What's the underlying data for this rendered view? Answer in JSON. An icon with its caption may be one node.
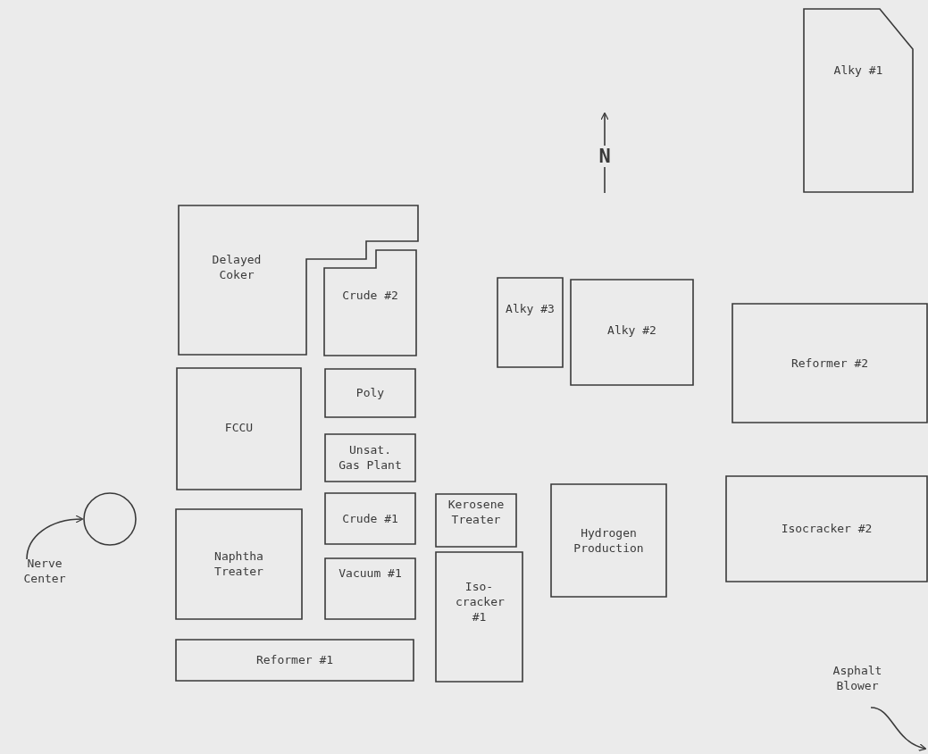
{
  "diagram": {
    "nodes": [
      {
        "text": [
          "Alky #1"
        ]
      },
      {
        "text": [
          "Delayed Coker"
        ]
      },
      {
        "text": [
          "Crude #2"
        ]
      },
      {
        "text": [
          "Alky #3"
        ]
      },
      {
        "text": [
          "Alky #2"
        ]
      },
      {
        "text": [
          "Reformer #2"
        ]
      },
      {
        "text": [
          "FCCU"
        ]
      },
      {
        "text": [
          "Poly"
        ]
      },
      {
        "text": [
          "Unsat. Gas Plant"
        ]
      },
      {
        "text": [
          "Isocracker #2"
        ]
      },
      {
        "text": [
          "Nerve Center"
        ]
      },
      {
        "text": [],
        "shape": "circle"
      },
      {
        "text": [
          "Crude #1"
        ]
      },
      {
        "text": [
          "Kerosene Treater"
        ]
      },
      {
        "text": [
          "Hydrogen Production"
        ]
      },
      {
        "text": [
          "Naphtha Treater"
        ]
      },
      {
        "text": [
          "Vacuum #1"
        ]
      },
      {
        "text": [
          "Iso- cracker #1"
        ]
      },
      {
        "text": [
          "Reformer #1"
        ]
      },
      {
        "text": [
          "Asphalt Blower"
        ]
      }
    ],
    "edges": [
      {
        "from": 10,
        "to": 11,
        "arrow": "to"
      },
      {
        "from": 19,
        "to": null,
        "arrow": "to"
      }
    ],
    "labels": [
      "N"
    ]
  }
}
